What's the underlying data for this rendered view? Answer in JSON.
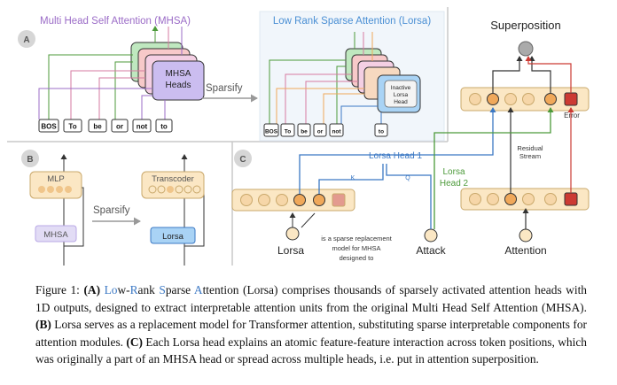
{
  "panelA": {
    "badge": "A",
    "mhsa_title": "Multi Head Self Attention (MHSA)",
    "mhsa_heads_line1": "MHSA",
    "mhsa_heads_line2": "Heads",
    "sparsify": "Sparsify",
    "lorsa_title": "Low Rank Sparse Attention (Lorsa)",
    "inactive_line1": "Inactive",
    "inactive_line2": "Lorsa",
    "inactive_line3": "Head",
    "tokens": [
      "BOS",
      "To",
      "be",
      "or",
      "not",
      "to"
    ]
  },
  "panelB": {
    "badge": "B",
    "mlp": "MLP",
    "mhsa": "MHSA",
    "sparsify": "Sparsify",
    "transcoder": "Transcoder",
    "lorsa": "Lorsa"
  },
  "panelC": {
    "badge": "C",
    "superposition": "Superposition",
    "error": "Error",
    "residual_line1": "Residual",
    "residual_line2": "Stream",
    "lorsa_head_1": "Lorsa Head 1",
    "lorsa_head_2_line1": "Lorsa",
    "lorsa_head_2_line2": "Head 2",
    "k_label": "K",
    "q_label": "Q",
    "lorsa_token": "Lorsa",
    "attack_token": "Attack",
    "attention_token": "Attention",
    "note_line1": "is a sparse replacement",
    "note_line2": "model for MHSA",
    "note_line3": "designed to"
  },
  "caption": {
    "label": "Figure 1: ",
    "a_mark": "(A)",
    "lo": "Lo",
    "w_dash": "w-",
    "r": "R",
    "ank_space": "ank ",
    "s": "S",
    "parse_space": "parse ",
    "a": "A",
    "ttention_lorsa": "ttention (Lorsa) comprises thousands of sparsely activated attention heads with 1D outputs, designed to extract interpretable attention units from the original Multi Head Self Attention (MHSA). ",
    "b_mark": "(B)",
    "b_text": " Lorsa serves as a replacement model for Transformer attention, substituting sparse interpretable components for attention modules. ",
    "c_mark": "(C)",
    "c_text": " Each Lorsa head explains an atomic feature-feature interaction across token positions, which was originally a part of an MHSA head or spread across multiple heads, i.e. put in attention superposition."
  },
  "colors": {
    "blue": "#3b78c4",
    "green": "#4c9a3a",
    "purple": "#9b6cc7",
    "red": "#cc3a33",
    "orange": "#f0a85a",
    "lavender": "#cbbdf0",
    "lightblue": "#a9d3f5",
    "panel_fill": "#f1f6fb",
    "node_fill": "#fbe7c4"
  }
}
